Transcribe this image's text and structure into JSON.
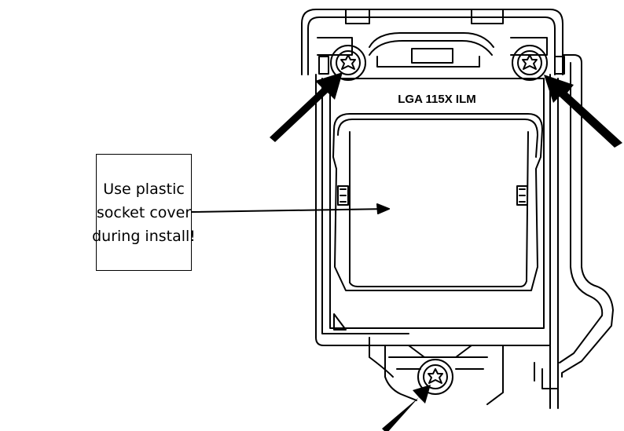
{
  "socket_label": "LGA 115X ILM",
  "callout": {
    "lines": [
      "Use plastic",
      "socket cover",
      "during install!"
    ]
  },
  "colors": {
    "line": "#000000",
    "background": "#ffffff"
  },
  "icons": {
    "screw": "torx-screw-icon",
    "arrow": "arrow-icon"
  }
}
